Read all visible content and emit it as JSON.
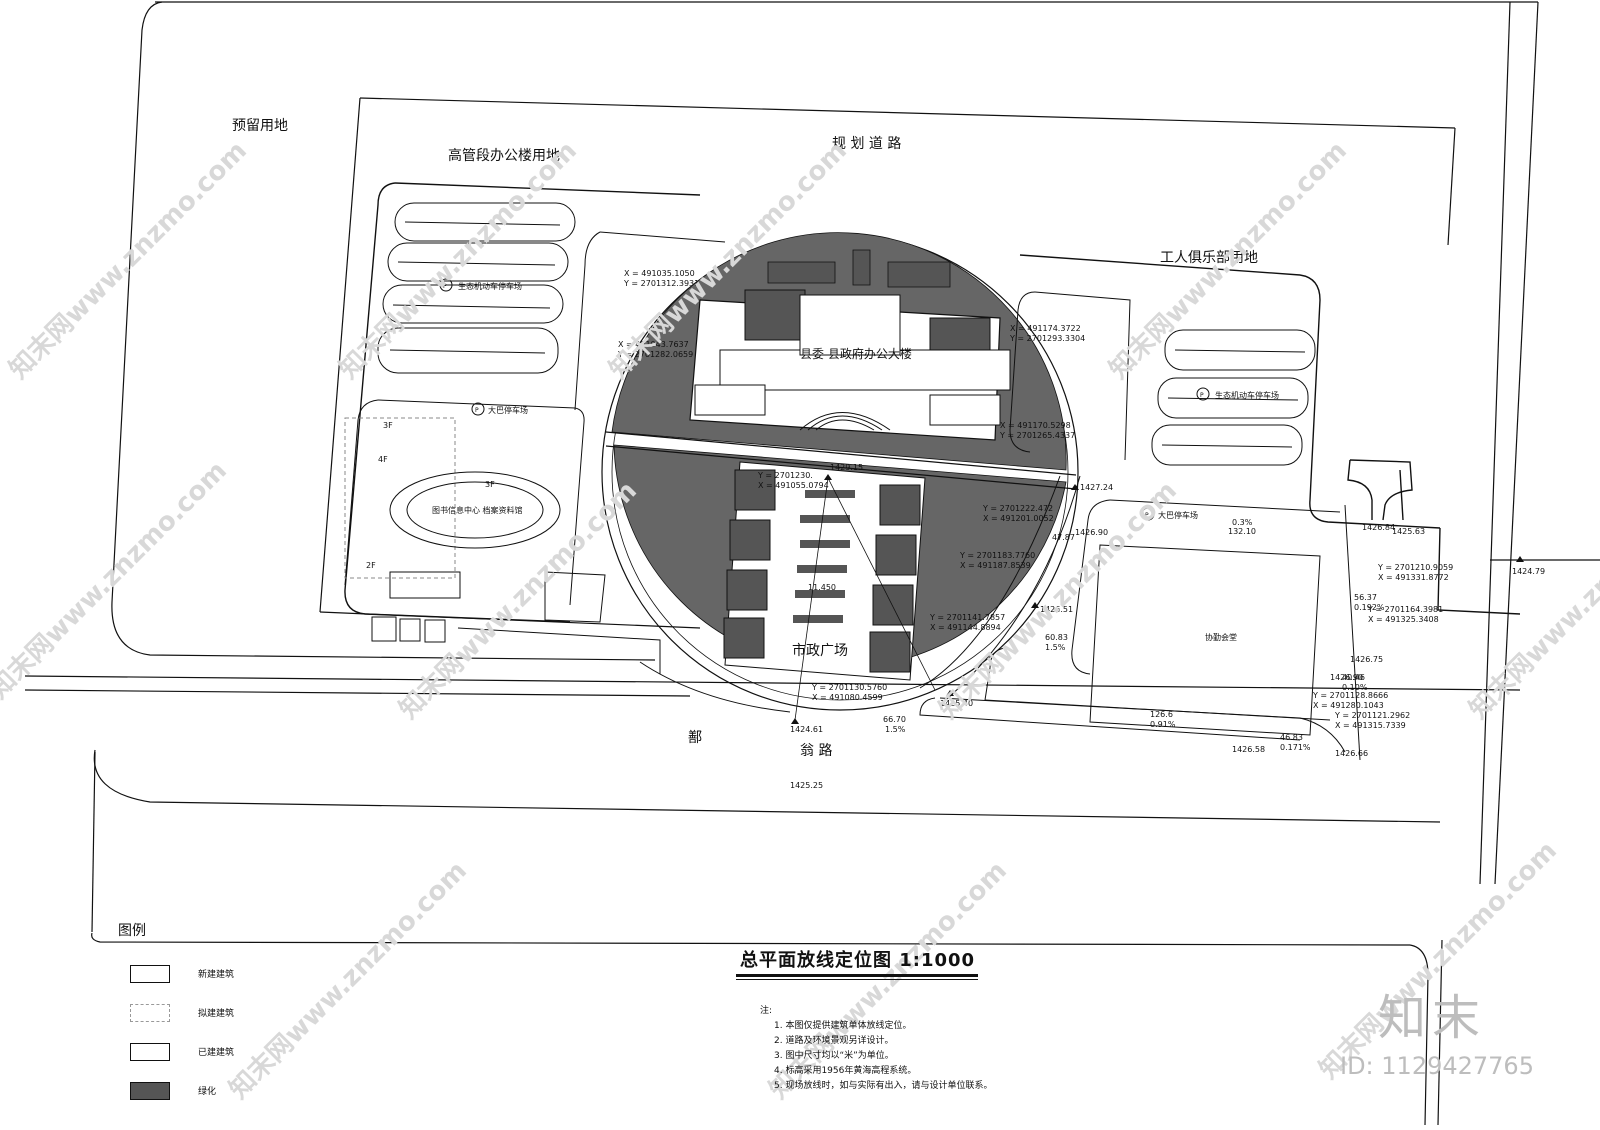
{
  "site": {
    "land_reserve": "预留用地",
    "highway_office": "高管段办公楼用地",
    "planned_road": "规 划 道 路",
    "workers_club": "工人俱乐部用地",
    "main_road": "翁 路",
    "main_road_left": "鄯",
    "main_building": "县委  县政府办公大楼",
    "plaza": "市政广场",
    "library": "图书信息中心  档案资料馆",
    "canteen": "协勤会堂",
    "moto_parking_left": "生态机动车停车场",
    "moto_parking_right": "生态机动车停车场",
    "bus_parking_left": "大巴停车场",
    "bus_parking_right": "大巴停车场",
    "floors": [
      "3F",
      "4F",
      "3F",
      "2F"
    ],
    "parking_symbol": "P"
  },
  "coords": [
    "X = 491035.1050",
    "Y = 2701312.3931",
    "X = 491174.3722",
    "Y = 2701293.3304",
    "X = 491043.7637",
    "Y = 2701282.0659",
    "X = 491170.5298",
    "Y = 2701265.4337",
    "Y = 2701230.",
    "X = 491055.0794",
    "Y = 2701222.472",
    "X = 491201.0052",
    "Y = 2701183.7760",
    "X = 491187.8539",
    "Y = 2701210.9059",
    "X = 491331.8772",
    "Y = 2701164.3981",
    "X = 491325.3408",
    "Y = 2701141.7857",
    "X = 491144.8894",
    "Y = 2701130.5760",
    "X = 491080.4599",
    "Y = 2701128.8666",
    "X = 491280.1043",
    "Y = 2701121.2962",
    "X = 491315.7339"
  ],
  "elevations": [
    "1429.15",
    "1427.24",
    "1426.51",
    "1425.40",
    "1424.61",
    "1425.25",
    "1426.84",
    "1425.63",
    "1424.79",
    "1426.90",
    "1426.75",
    "1426.90",
    "1426.58",
    "1426.66"
  ],
  "dims": [
    "132.10",
    "0.3%",
    "47.87",
    "60.83",
    "1.5%",
    "66.70",
    "1.5%",
    "126.6",
    "0.91%",
    "46.83",
    "0.171%",
    "56.37",
    "0.192%",
    "40.46",
    "0.10%",
    "11.450"
  ],
  "title": "总平面放线定位图    1:1000",
  "legend": {
    "heading": "图例",
    "items": [
      {
        "key": "new",
        "label": "新建建筑"
      },
      {
        "key": "plan",
        "label": "拟建建筑"
      },
      {
        "key": "built",
        "label": "已建建筑"
      },
      {
        "key": "green",
        "label": "绿化"
      }
    ]
  },
  "notes": {
    "heading": "注:",
    "lines": [
      "1. 本图仅提供建筑单体放线定位。",
      "2. 道路及环境景观另详设计。",
      "3. 图中尺寸均以“米”为单位。",
      "4. 标高采用1956年黄海高程系统。",
      "5. 现场放线时，如与实际有出入，请与设计单位联系。"
    ]
  },
  "watermark": "知末网www.znzmo.com",
  "brand": "知末",
  "id_label": "ID: 1129427765",
  "colors": {
    "line": "#111111",
    "green": "#555555",
    "watermark": "#d8d8d8"
  }
}
